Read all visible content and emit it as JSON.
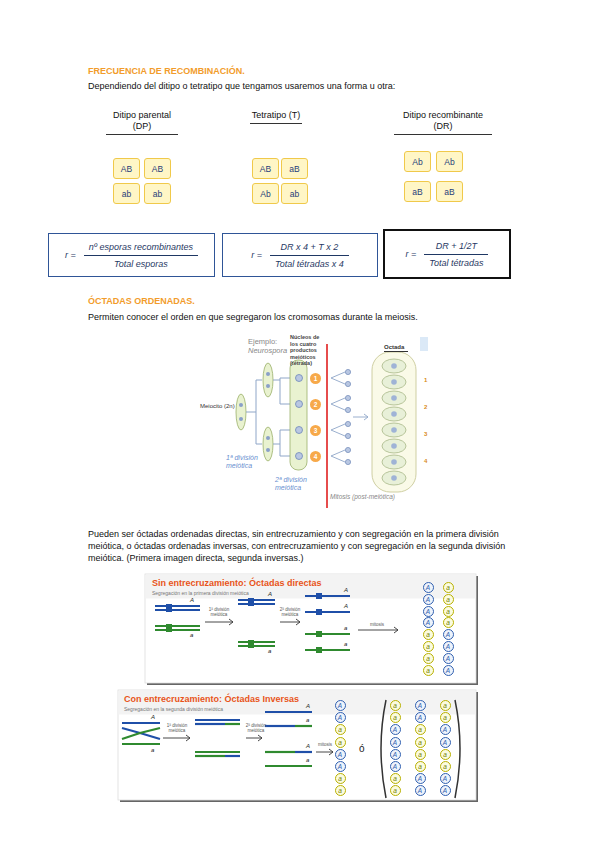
{
  "diagram": {
    "nodes": [
      {
        "text": [
          "AB"
        ]
      },
      {
        "text": [
          "AB"
        ]
      },
      {
        "text": [
          "ab"
        ]
      },
      {
        "text": [
          "ab"
        ]
      },
      {
        "text": [
          "AB"
        ]
      },
      {
        "text": [
          "aB"
        ]
      },
      {
        "text": [
          "Ab"
        ]
      },
      {
        "text": [
          "ab"
        ]
      },
      {
        "text": [
          "Ab"
        ]
      },
      {
        "text": [
          "Ab"
        ]
      },
      {
        "text": [
          "aB"
        ]
      },
      {
        "text": [
          "aB"
        ]
      },
      {
        "text": [
          "r =",
          "nº esporas recombinantes",
          "Total esporas"
        ]
      },
      {
        "text": [
          "r =",
          "DR x 4 + T x 2",
          "Total tétradas x 4"
        ]
      },
      {
        "text": [
          "r =",
          "DR + 1/2T",
          "Total tétradas"
        ]
      },
      {
        "text": [
          "1"
        ]
      },
      {
        "text": [
          "2"
        ]
      },
      {
        "text": [
          "3"
        ]
      },
      {
        "text": [
          "4"
        ]
      },
      {
        "text": [
          "A"
        ]
      },
      {
        "text": [
          "A"
        ]
      },
      {
        "text": [
          "A"
        ]
      },
      {
        "text": [
          "A"
        ]
      },
      {
        "text": [
          "a"
        ]
      },
      {
        "text": [
          "a"
        ]
      },
      {
        "text": [
          "a"
        ]
      },
      {
        "text": [
          "a"
        ]
      },
      {
        "text": [
          "a"
        ]
      },
      {
        "text": [
          "a"
        ]
      },
      {
        "text": [
          "a"
        ]
      },
      {
        "text": [
          "a"
        ]
      },
      {
        "text": [
          "A"
        ]
      },
      {
        "text": [
          "A"
        ]
      },
      {
        "text": [
          "A"
        ]
      },
      {
        "text": [
          "A"
        ]
      },
      {
        "text": [
          "A"
        ]
      },
      {
        "text": [
          "A"
        ]
      },
      {
        "text": [
          "a"
        ]
      },
      {
        "text": [
          "a"
        ]
      },
      {
        "text": [
          "A"
        ]
      },
      {
        "text": [
          "A"
        ]
      },
      {
        "text": [
          "a"
        ]
      },
      {
        "text": [
          "a"
        ]
      },
      {
        "text": [
          "a"
        ]
      },
      {
        "text": [
          "a"
        ]
      },
      {
        "text": [
          "A"
        ]
      },
      {
        "text": [
          "A"
        ]
      },
      {
        "text": [
          "A"
        ]
      },
      {
        "text": [
          "A"
        ]
      },
      {
        "text": [
          "a"
        ]
      },
      {
        "text": [
          "a"
        ]
      },
      {
        "text": [
          "A"
        ]
      },
      {
        "text": [
          "A"
        ]
      },
      {
        "text": [
          "a"
        ]
      },
      {
        "text": [
          "a"
        ]
      },
      {
        "text": [
          "a"
        ]
      },
      {
        "text": [
          "a"
        ]
      },
      {
        "text": [
          "A"
        ]
      },
      {
        "text": [
          "A"
        ]
      },
      {
        "text": [
          "a"
        ]
      },
      {
        "text": [
          "a"
        ]
      },
      {
        "text": [
          "A"
        ]
      },
      {
        "text": [
          "A"
        ]
      },
      {
        "text": [
          "a"
        ]
      },
      {
        "text": [
          "a"
        ]
      },
      {
        "text": [
          "A"
        ]
      },
      {
        "text": [
          "A"
        ]
      }
    ],
    "labels": [
      "FRECUENCIA DE RECOMBINACIÓN.",
      "Dependiendo del ditipo o tetratipo que tengamos usaremos una forma u otra:",
      "Ditipo parental (DP)",
      "Tetratipo (T)",
      "Ditipo recombinante (DR)",
      "ÓCTADAS ORDENADAS.",
      "Permiten conocer el orden en que segregaron los cromosomas durante la meiosis.",
      "Ejemplo:",
      "Neurospora",
      "Núcleos de los cuatro productos meióticos (tétrada)",
      "Octada",
      "Meiocito (2n)",
      "1ª división meiótica",
      "2ª división meiótica",
      "Mitosis (post-meiótica)",
      "1",
      "2",
      "3",
      "4",
      "Pueden ser óctadas ordenadas directas, sin entrecruzamiento y con segregación en la primera división meiótica, o óctadas ordenadas inversas, con entrecruzamiento y con segregación en la segunda división meiótica. (Primera imagen directa, segunda inversas.)",
      "Sin entrecruzamiento: Óctadas directas",
      "Segregación en la primera división meiótica",
      "1ª división meiótica",
      "2ª división meiótica",
      "mitosis",
      "A",
      "a",
      "A",
      "a",
      "A",
      "A",
      "a",
      "a",
      "Con entrecruzamiento: Óctadas Inversas",
      "Segregación en la segunda división meiótica",
      "1ª división meiótica",
      "2ª división meiótica",
      "mitosis",
      "ó",
      "A",
      "a",
      "A",
      "a",
      "A",
      "a"
    ]
  }
}
